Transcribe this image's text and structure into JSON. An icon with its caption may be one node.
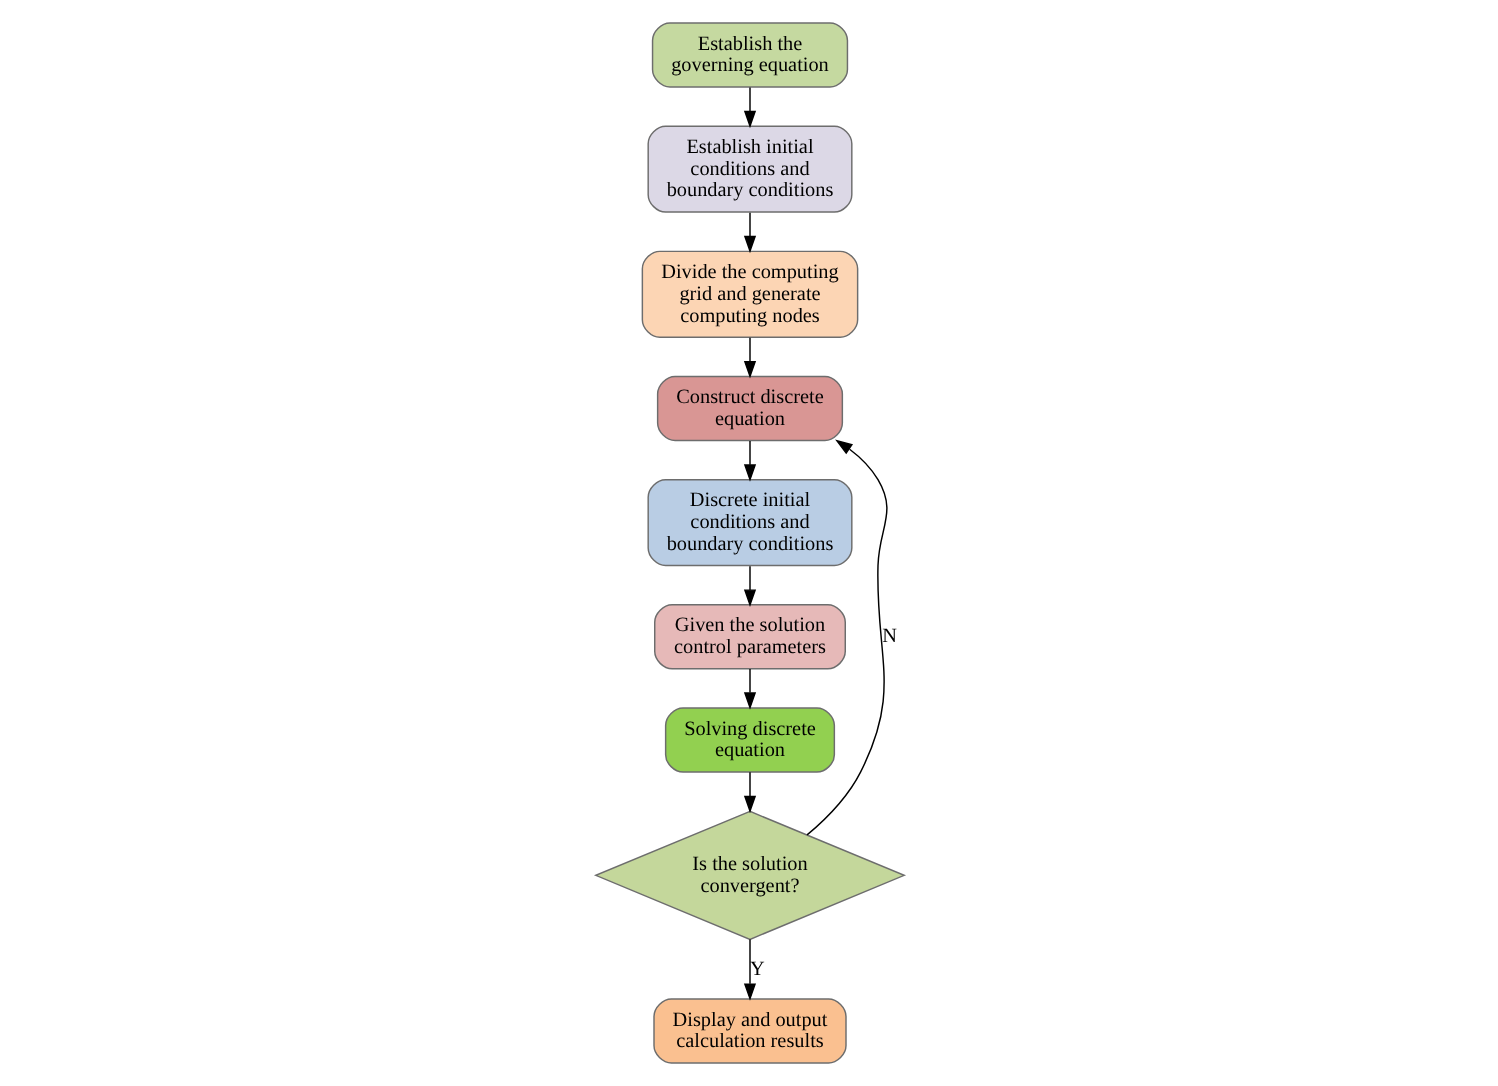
{
  "diagram": {
    "nodes": [
      {
        "text": [
          "Establish the governing equation"
        ]
      },
      {
        "text": [
          "Establish initial conditions and boundary conditions"
        ]
      },
      {
        "text": [
          "Divide the computing grid and generate computing nodes"
        ]
      },
      {
        "text": [
          "Construct discrete equation"
        ]
      },
      {
        "text": [
          "Discrete initial conditions and boundary conditions"
        ]
      },
      {
        "text": [
          "Given the solution control parameters"
        ]
      },
      {
        "text": [
          "Solving discrete equation"
        ]
      },
      {
        "text": [
          "Is the solution convergent?"
        ]
      },
      {
        "text": [
          "Display and output calculation results"
        ]
      }
    ],
    "edges": [
      {
        "from": 0,
        "to": 1,
        "arrow": "to"
      },
      {
        "from": 1,
        "to": 2,
        "arrow": "to"
      },
      {
        "from": 2,
        "to": 3,
        "arrow": "to"
      },
      {
        "from": 3,
        "to": 4,
        "arrow": "to"
      },
      {
        "from": 4,
        "to": 5,
        "arrow": "to"
      },
      {
        "from": 5,
        "to": 6,
        "arrow": "to"
      },
      {
        "from": 6,
        "to": 7,
        "arrow": "to"
      },
      {
        "from": 7,
        "to": 8,
        "arrow": "to",
        "label": "Y"
      },
      {
        "from": 7,
        "to": 3,
        "arrow": "to",
        "label": "N"
      }
    ]
  }
}
